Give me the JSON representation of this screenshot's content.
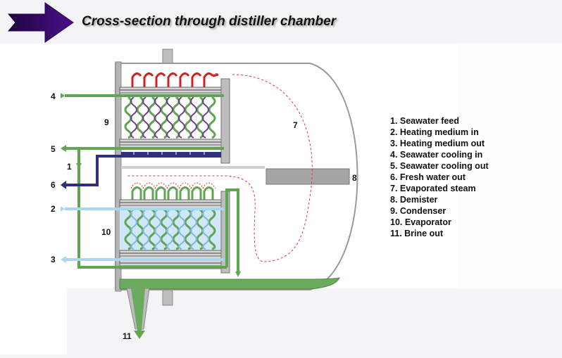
{
  "title": "Cross-section through distiller chamber",
  "legend": [
    "1. Seawater feed",
    "2. Heating medium in",
    "3. Heating medium out",
    "4. Seawater cooling in",
    "5. Seawater cooling out",
    "6. Fresh water out",
    "7. Evaporated steam",
    "8. Demister",
    "9. Condenser",
    "10. Evaporator",
    "11. Brine out"
  ],
  "callouts": {
    "n1": "1",
    "n2": "2",
    "n3": "3",
    "n4": "4",
    "n5": "5",
    "n6": "6",
    "n7": "7",
    "n8": "8",
    "n9": "9",
    "n10": "10",
    "n11": "11"
  },
  "colors": {
    "seawater_green": "#5fa552",
    "heating_light_blue": "#aad6ef",
    "fresh_water_navy": "#2f2f7e",
    "hot_red": "#cc2222",
    "steam_dashed_red": "#dd3333",
    "vessel_gray": "#a9a9a9",
    "arrow_purple": "#3a0a6e"
  }
}
